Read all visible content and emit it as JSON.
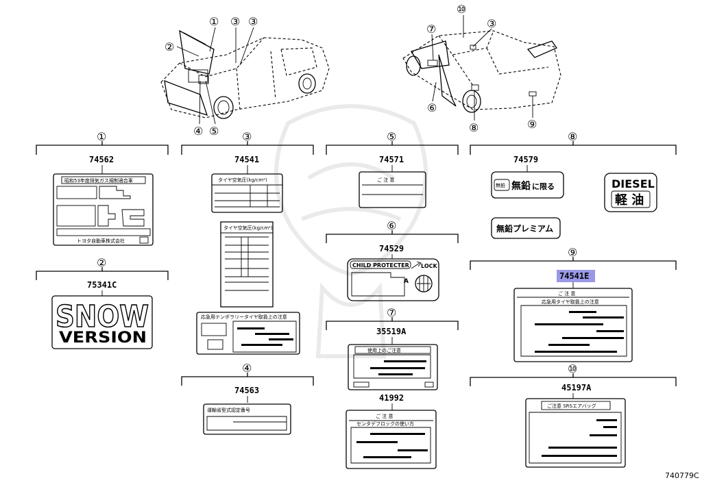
{
  "callouts": {
    "c1": "①",
    "c2": "②",
    "c3": "③",
    "c4": "④",
    "c5": "⑤",
    "c6": "⑥",
    "c7": "⑦",
    "c8": "⑧",
    "c9": "⑨",
    "c10": "⑩"
  },
  "parts": {
    "p1": "74562",
    "p2": "75341C",
    "p3": "74541",
    "p4": "74563",
    "p5": "74571",
    "p6": "74529",
    "p7a": "35519A",
    "p7b": "41992",
    "p8": "74579",
    "p9": "74541E",
    "p10": "45197A"
  },
  "highlight_color": "#9999e6",
  "labels": {
    "emission": "昭和53年度排気ガス規制適合車",
    "toyota": "トヨタ自動車株式会社",
    "snow": "SNOW",
    "version": "VERSION",
    "tire_pressure": "タイヤ空気圧(kg/cm²)",
    "tire_pressure_small": "タイヤ空気圧(kg/cm²)",
    "compact_spare": "応急用テンポラリータイヤ取扱上の注意",
    "type_cert": "運輸省型式認定番号",
    "caution": "ご 注 意",
    "child_protector": "CHILD PROTECTER",
    "lock": "LOCK",
    "mark_a": "A",
    "usage_caution": "使用上のご注意",
    "caution2": "ご 注 意",
    "center_diff": "センタデフロックの使い方",
    "unleaded_badge": "無鉛",
    "unleaded_only": "無鉛",
    "only_suffix": "に限る",
    "unleaded_premium": "無鉛プレミアム",
    "diesel": "DIESEL",
    "light_oil": "軽 油",
    "caution9": "ご 注 意",
    "emergency_tire": "応急用タイヤ取扱上の注意",
    "srs_caution": "ご注意 SRSエアバッグ"
  },
  "diagram_id": "740779C"
}
